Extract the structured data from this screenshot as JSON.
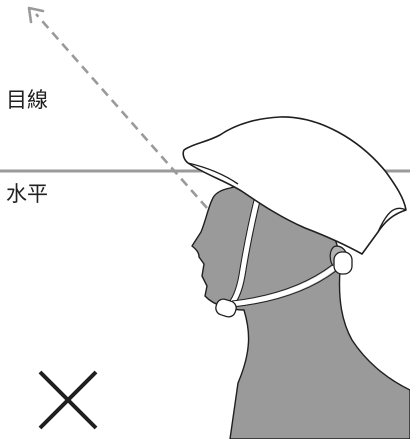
{
  "labels": {
    "gaze": "目線",
    "horizontal": "水平"
  },
  "mark": {
    "symbol": "×",
    "meaning": "incorrect"
  },
  "colors": {
    "background": "#ffffff",
    "figure": "#9a9a9a",
    "outline": "#1f1f1f",
    "horizontal_line": "#9a9a9a",
    "gaze_arrow": "#9a9a9a",
    "text": "#222222"
  }
}
